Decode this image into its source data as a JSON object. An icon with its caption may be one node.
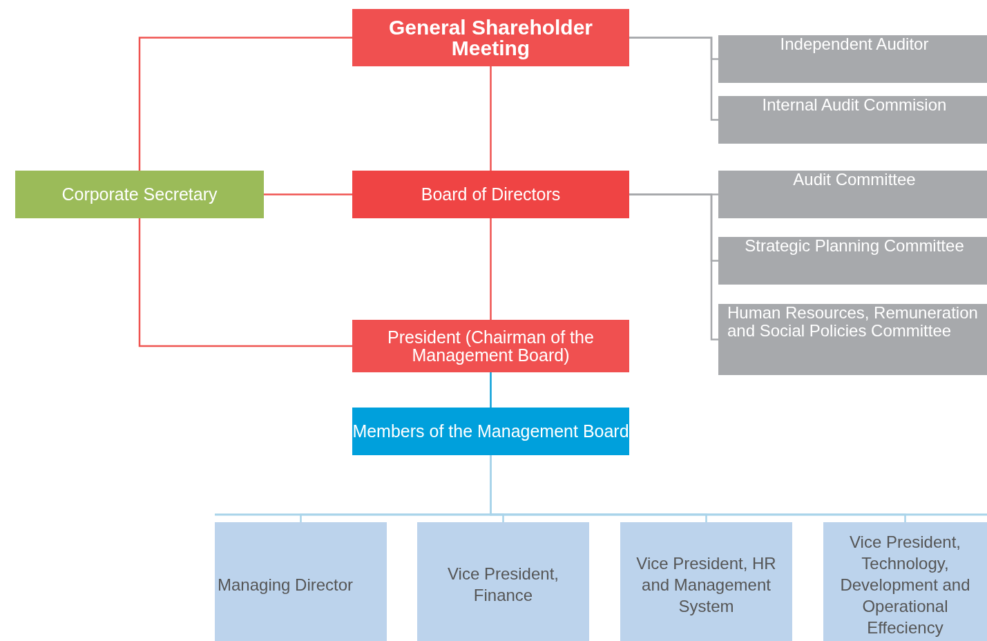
{
  "diagram": {
    "nodes": [
      {
        "text": [
          "General Shareholder Meeting"
        ]
      },
      {
        "text": [
          "Independent Auditor"
        ]
      },
      {
        "text": [
          "Internal Audit Commision"
        ]
      },
      {
        "text": [
          "Corporate Secretary"
        ]
      },
      {
        "text": [
          "Board of Directors"
        ]
      },
      {
        "text": [
          "Audit Committee"
        ]
      },
      {
        "text": [
          "Strategic Planning Committee"
        ]
      },
      {
        "text": [
          "Human Resources, Remuneration and Social Policies Committee"
        ]
      },
      {
        "text": [
          "President (Chairman of the Management Board)"
        ]
      },
      {
        "text": [
          "Members of the Management Board"
        ]
      },
      {
        "text": [
          "Managing Director"
        ]
      },
      {
        "text": [
          "Vice President, Finance"
        ]
      },
      {
        "text": [
          "Vice President, HR and Management System"
        ]
      },
      {
        "text": [
          "Vice President, Technology, Development and Operational Effeciency"
        ]
      }
    ],
    "edges": [
      {
        "from": 0,
        "to": 3,
        "arrow": "none"
      },
      {
        "from": 0,
        "to": 4,
        "arrow": "none"
      },
      {
        "from": 3,
        "to": 4,
        "arrow": "none"
      },
      {
        "from": 3,
        "to": 8,
        "arrow": "none"
      },
      {
        "from": 4,
        "to": 8,
        "arrow": "none"
      },
      {
        "from": 0,
        "to": 1,
        "arrow": "none",
        "color": "#a7a9ac"
      },
      {
        "from": 0,
        "to": 2,
        "arrow": "none",
        "color": "#a7a9ac"
      },
      {
        "from": 4,
        "to": 5,
        "arrow": "none",
        "color": "#a7a9ac"
      },
      {
        "from": 4,
        "to": 6,
        "arrow": "none",
        "color": "#a7a9ac"
      },
      {
        "from": 4,
        "to": 7,
        "arrow": "none",
        "color": "#a7a9ac"
      },
      {
        "from": 8,
        "to": 9,
        "arrow": "none",
        "color": "#0a9fd8"
      },
      {
        "from": 9,
        "to": 10,
        "arrow": "none",
        "color": "#a9d4ea"
      },
      {
        "from": 9,
        "to": 11,
        "arrow": "none",
        "color": "#a9d4ea"
      },
      {
        "from": 9,
        "to": 12,
        "arrow": "none",
        "color": "#a9d4ea"
      },
      {
        "from": 9,
        "to": 13,
        "arrow": "none",
        "color": "#a9d4ea"
      }
    ]
  }
}
